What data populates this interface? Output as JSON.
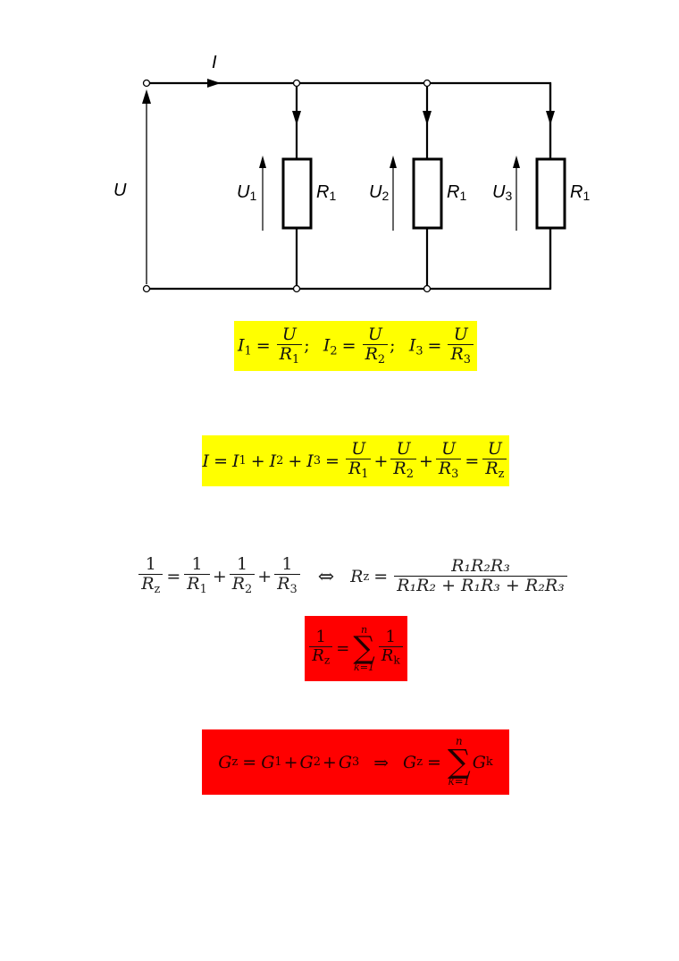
{
  "circuit": {
    "total_current": "I",
    "total_voltage": "U",
    "branches": [
      {
        "voltage": "U",
        "voltage_sub": "1",
        "resistor": "R",
        "resistor_sub": "1"
      },
      {
        "voltage": "U",
        "voltage_sub": "2",
        "resistor": "R",
        "resistor_sub": "1"
      },
      {
        "voltage": "U",
        "voltage_sub": "3",
        "resistor": "R",
        "resistor_sub": "1"
      }
    ]
  },
  "colors": {
    "highlight_yellow": "#ffff00",
    "highlight_red": "#ff0000",
    "ink": "#000000"
  },
  "equations": {
    "branch_currents": {
      "highlight": "yellow",
      "terms": [
        {
          "lhs": "I",
          "lhs_sub": "1",
          "num": "U",
          "den": "R",
          "den_sub": "1",
          "sep": ";"
        },
        {
          "lhs": "I",
          "lhs_sub": "2",
          "num": "U",
          "den": "R",
          "den_sub": "2",
          "sep": ";"
        },
        {
          "lhs": "I",
          "lhs_sub": "3",
          "num": "U",
          "den": "R",
          "den_sub": "3",
          "sep": ""
        }
      ]
    },
    "total_current": {
      "highlight": "yellow",
      "lhs": "I",
      "sum_terms": [
        {
          "sym": "I",
          "sub": "1"
        },
        {
          "sym": "I",
          "sub": "2"
        },
        {
          "sym": "I",
          "sub": "3"
        }
      ],
      "fractions": [
        {
          "num": "U",
          "den": "R",
          "den_sub": "1"
        },
        {
          "num": "U",
          "den": "R",
          "den_sub": "2"
        },
        {
          "num": "U",
          "den": "R",
          "den_sub": "3"
        }
      ],
      "result": {
        "num": "U",
        "den": "R",
        "den_sub": "z"
      }
    },
    "total_resistance": {
      "highlight": "none",
      "lhs": {
        "num": "1",
        "den": "R",
        "den_sub": "z"
      },
      "fractions": [
        {
          "num": "1",
          "den": "R",
          "den_sub": "1"
        },
        {
          "num": "1",
          "den": "R",
          "den_sub": "2"
        },
        {
          "num": "1",
          "den": "R",
          "den_sub": "3"
        }
      ],
      "equivalence": "⇔",
      "rz": "R",
      "rz_sub": "z",
      "numerator": "R₁R₂R₃",
      "denominator": "R₁R₂ + R₁R₃ + R₂R₃"
    },
    "reciprocal_sum": {
      "highlight": "red",
      "lhs": {
        "num": "1",
        "den": "R",
        "den_sub": "z"
      },
      "sum_upper": "n",
      "sum_lower": "k=1",
      "term": {
        "num": "1",
        "den": "R",
        "den_sub": "k"
      }
    },
    "conductance": {
      "highlight": "red",
      "lhs": "G",
      "lhs_sub": "z",
      "terms": [
        {
          "sym": "G",
          "sub": "1"
        },
        {
          "sym": "G",
          "sub": "2"
        },
        {
          "sym": "G",
          "sub": "3"
        }
      ],
      "implies": "⇒",
      "rhs": "G",
      "rhs_sub": "z",
      "sum_upper": "n",
      "sum_lower": "k=1",
      "sum_term": "G",
      "sum_term_sub": "k"
    }
  }
}
